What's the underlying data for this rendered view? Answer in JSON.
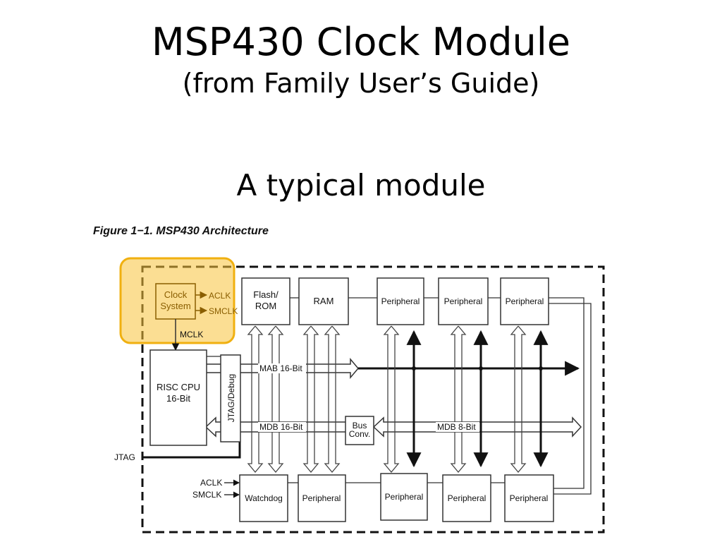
{
  "slide": {
    "title": "MSP430 Clock Module",
    "subtitle": "(from Family User’s Guide)",
    "heading": "A typical module"
  },
  "figure": {
    "caption": "Figure 1−1. MSP430 Architecture",
    "highlight_color": "#f5b91e",
    "clock_system": {
      "line1": "Clock",
      "line2": "System",
      "color": "#b07a00"
    },
    "clock_outputs": {
      "aclk": "ACLK",
      "smclk": "SMCLK",
      "mclk": "MCLK"
    },
    "cpu": {
      "line1": "RISC CPU",
      "line2": "16-Bit"
    },
    "jtag_debug": "JTAG/Debug",
    "jtag_pin": "JTAG",
    "flash": {
      "line1": "Flash/",
      "line2": "ROM"
    },
    "ram": "RAM",
    "peripheral": "Peripheral",
    "watchdog": "Watchdog",
    "bus_conv": {
      "line1": "Bus",
      "line2": "Conv."
    },
    "buses": {
      "mab": "MAB 16-Bit",
      "mdb16": "MDB 16-Bit",
      "mdb8": "MDB 8-Bit"
    },
    "inputs": {
      "aclk": "ACLK",
      "smclk": "SMCLK"
    }
  }
}
